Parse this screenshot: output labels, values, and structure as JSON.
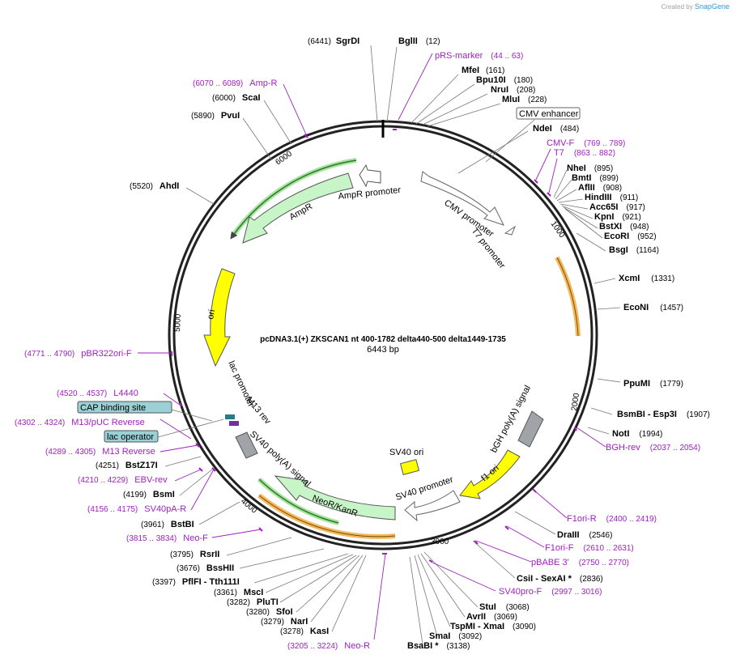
{
  "brand": {
    "prefix": "Created by",
    "name": "SnapGene"
  },
  "map": {
    "title": "pcDNA3.1(+) ZKSCAN1 nt 400-1782 delta440-500 delta1449-1735",
    "length": "6443 bp",
    "ticks": [
      "1000",
      "2000",
      "3000",
      "4000",
      "5000",
      "6000"
    ]
  },
  "enzymes": [
    {
      "name": "SgrDI",
      "pos": "(6441)",
      "side": "left"
    },
    {
      "name": "BglII",
      "pos": "(12)",
      "side": "right"
    },
    {
      "name": "MfeI",
      "pos": "(161)",
      "side": "right"
    },
    {
      "name": "Bpu10I",
      "pos": "(180)",
      "side": "right"
    },
    {
      "name": "NruI",
      "pos": "(208)",
      "side": "right"
    },
    {
      "name": "MluI",
      "pos": "(228)",
      "side": "right"
    },
    {
      "name": "NdeI",
      "pos": "(484)",
      "side": "right"
    },
    {
      "name": "NheI",
      "pos": "(895)",
      "side": "right"
    },
    {
      "name": "BmtI",
      "pos": "(899)",
      "side": "right"
    },
    {
      "name": "AflII",
      "pos": "(908)",
      "side": "right"
    },
    {
      "name": "HindIII",
      "pos": "(911)",
      "side": "right"
    },
    {
      "name": "Acc65I",
      "pos": "(917)",
      "side": "right"
    },
    {
      "name": "KpnI",
      "pos": "(921)",
      "side": "right"
    },
    {
      "name": "BstXI",
      "pos": "(948)",
      "side": "right"
    },
    {
      "name": "EcoRI",
      "pos": "(952)",
      "side": "right"
    },
    {
      "name": "BsgI",
      "pos": "(1164)",
      "side": "right"
    },
    {
      "name": "XcmI",
      "pos": "(1331)",
      "side": "right"
    },
    {
      "name": "EcoNI",
      "pos": "(1457)",
      "side": "right"
    },
    {
      "name": "PpuMI",
      "pos": "(1779)",
      "side": "right"
    },
    {
      "name": "BsmBI - Esp3I",
      "pos": "(1907)",
      "side": "right"
    },
    {
      "name": "NotI",
      "pos": "(1994)",
      "side": "right"
    },
    {
      "name": "DraIII",
      "pos": "(2546)",
      "side": "right"
    },
    {
      "name": "CsiI - SexAI *",
      "pos": "(2836)",
      "side": "right"
    },
    {
      "name": "StuI",
      "pos": "(3068)",
      "side": "right"
    },
    {
      "name": "AvrII",
      "pos": "(3069)",
      "side": "right"
    },
    {
      "name": "TspMI - XmaI",
      "pos": "(3090)",
      "side": "right"
    },
    {
      "name": "SmaI",
      "pos": "(3092)",
      "side": "right"
    },
    {
      "name": "BsaBI *",
      "pos": "(3138)",
      "side": "right"
    },
    {
      "name": "KasI",
      "pos": "(3278)",
      "side": "left"
    },
    {
      "name": "NarI",
      "pos": "(3279)",
      "side": "left"
    },
    {
      "name": "SfoI",
      "pos": "(3280)",
      "side": "left"
    },
    {
      "name": "PluTI",
      "pos": "(3282)",
      "side": "left"
    },
    {
      "name": "MscI",
      "pos": "(3361)",
      "side": "left"
    },
    {
      "name": "PflFI - Tth111I",
      "pos": "(3397)",
      "side": "left"
    },
    {
      "name": "BssHII",
      "pos": "(3676)",
      "side": "left"
    },
    {
      "name": "RsrII",
      "pos": "(3795)",
      "side": "left"
    },
    {
      "name": "BstBI",
      "pos": "(3961)",
      "side": "left"
    },
    {
      "name": "BsmI",
      "pos": "(4199)",
      "side": "left"
    },
    {
      "name": "BstZ17I",
      "pos": "(4251)",
      "side": "left"
    },
    {
      "name": "AhdI",
      "pos": "(5520)",
      "side": "left"
    },
    {
      "name": "PvuI",
      "pos": "(5890)",
      "side": "left"
    },
    {
      "name": "ScaI",
      "pos": "(6000)",
      "side": "left"
    }
  ],
  "primers": [
    {
      "name": "pRS-marker",
      "pos": "(44 .. 63)"
    },
    {
      "name": "CMV-F",
      "pos": "(769 .. 789)"
    },
    {
      "name": "T7",
      "pos": "(863 .. 882)"
    },
    {
      "name": "BGH-rev",
      "pos": "(2037 .. 2054)"
    },
    {
      "name": "F1ori-R",
      "pos": "(2400 .. 2419)"
    },
    {
      "name": "F1ori-F",
      "pos": "(2610 .. 2631)"
    },
    {
      "name": "pBABE 3'",
      "pos": "(2750 .. 2770)"
    },
    {
      "name": "SV40pro-F",
      "pos": "(2997 .. 3016)"
    },
    {
      "name": "Neo-R",
      "pos": "(3205 .. 3224)"
    },
    {
      "name": "Neo-F",
      "pos": "(3815 .. 3834)"
    },
    {
      "name": "SV40pA-R",
      "pos": "(4156 .. 4175)"
    },
    {
      "name": "EBV-rev",
      "pos": "(4210 .. 4229)"
    },
    {
      "name": "M13 Reverse",
      "pos": "(4289 .. 4305)"
    },
    {
      "name": "M13/pUC Reverse",
      "pos": "(4302 .. 4324)"
    },
    {
      "name": "L4440",
      "pos": "(4520 .. 4537)"
    },
    {
      "name": "pBR322ori-F",
      "pos": "(4771 .. 4790)"
    },
    {
      "name": "Amp-R",
      "pos": "(6070 .. 6089)"
    }
  ],
  "boxed": {
    "cmv_enhancer": "CMV enhancer",
    "cap_site": "CAP binding site",
    "lac_operator": "lac operator"
  },
  "features": {
    "cmv_promoter": "CMV promoter",
    "t7_promoter": "T7 promoter",
    "bgh": "bGH poly(A) signal",
    "f1_ori": "f1 ori",
    "sv40_promoter": "SV40 promoter",
    "sv40_ori": "SV40 ori",
    "neo": "NeoR/KanR",
    "sv40_pa": "SV40 poly(A) signal",
    "m13_rev": "M13 rev",
    "lac_promoter": "lac promoter",
    "ori": "ori",
    "ampr": "AmpR",
    "ampr_promoter": "AmpR promoter"
  },
  "colors": {
    "backbone": "#222222",
    "primer": "#a020c0",
    "feature_gene": "#c8f5c8",
    "feature_ori": "#ffff00",
    "feature_polyA": "#a0a4a8",
    "feature_promoter": "#ffffff",
    "selection": "#f4b860",
    "box_fill": "#9bd0d6"
  }
}
